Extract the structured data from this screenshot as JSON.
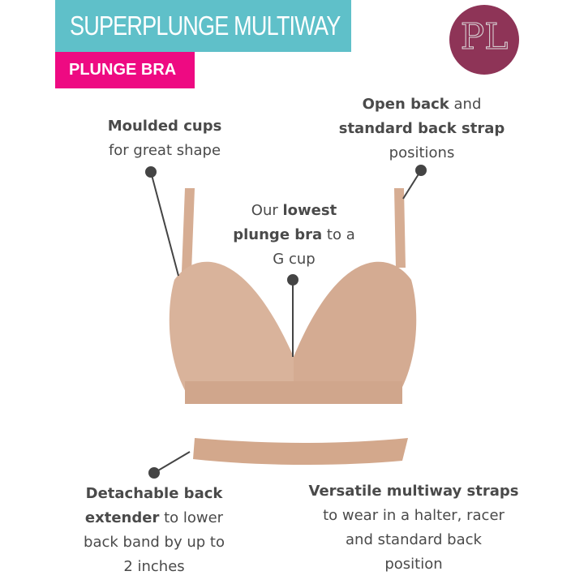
{
  "header": {
    "title": "SUPERPLUNGE MULTIWAY",
    "subtitle": "PLUNGE BRA",
    "logo_letters": "PL"
  },
  "colors": {
    "title_bg": "#5fc0c9",
    "subtitle_bg": "#ee0a82",
    "logo_bg": "#8e3457",
    "product": "#d9b39b"
  },
  "callouts": {
    "moulded": {
      "bold": "Moulded cups",
      "text": "for great shape"
    },
    "openback": {
      "bold1": "Open back",
      "text1": " and",
      "bold2": "standard back strap",
      "text2": "positions"
    },
    "lowest": {
      "text1": "Our ",
      "bold1": "lowest",
      "bold2": "plunge bra",
      "text2": " to a",
      "text3": "G cup"
    },
    "extender": {
      "bold1": "Detachable back",
      "bold2": "extender",
      "text2": " to lower",
      "text3": "back band by up to",
      "text4": "2 inches"
    },
    "straps": {
      "bold": "Versatile multiway straps",
      "text1": "to wear in a halter, racer",
      "text2": "and standard back",
      "text3": "position"
    }
  }
}
